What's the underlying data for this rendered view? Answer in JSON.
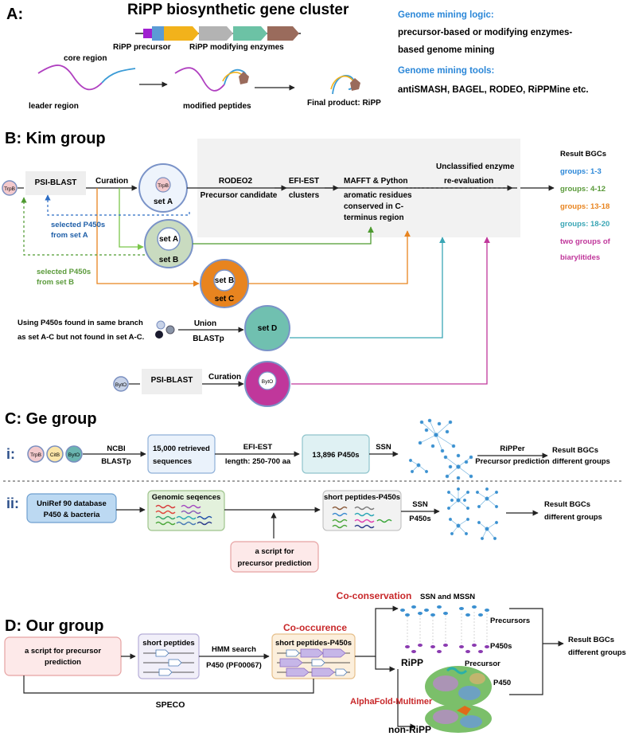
{
  "colors": {
    "blue_text": "#2b87d8",
    "orange_text": "#e8841f",
    "green_text": "#5a9a3a",
    "teal_text": "#3aa6b5",
    "magenta_text": "#c0379b",
    "red_text": "#c8282a",
    "dark_blue_text": "#1f5fa8",
    "green_arrow": "#4d9a2f",
    "orange_arrow": "#e8841f",
    "teal_arrow": "#3aa6b5",
    "magenta_arrow": "#c0379b"
  },
  "sectionA": {
    "label": "A:",
    "title": "RiPP biosynthetic gene cluster",
    "precursor": "RiPP precursor",
    "enzymes": "RiPP modifying enzymes",
    "core": "core region",
    "leader": "leader region",
    "modified": "modified peptides",
    "final": "Final product: RiPP",
    "logic_title": "Genome mining logic:",
    "logic_line1": "precursor-based or modifying enzymes-",
    "logic_line2": "based genome mining",
    "tools_title": "Genome mining tools:",
    "tools_line": "antiSMASH, BAGEL, RODEO, RiPPMine etc."
  },
  "sectionB": {
    "title": "B: Kim group",
    "trpb": "TrpB",
    "psiblast": "PSI-BLAST",
    "curation": "Curation",
    "setA": "set A",
    "setB": "set B",
    "setC": "set C",
    "setD": "set D",
    "bytO": "BytO",
    "rodeo2": "RODEO2",
    "precursor_candidate": "Precursor candidate",
    "efi_est": "EFI-EST",
    "clusters": "clusters",
    "mafft": "MAFFT & Python",
    "aromatic1": "aromatic residues",
    "aromatic2": "conserved in C-",
    "aromatic3": "terminus region",
    "unclassified1": "Unclassified enzyme",
    "unclassified2": "re-evaluation",
    "result_title": "Result BGCs",
    "groups1": "groups: 1-3",
    "groups2": "groups: 4-12",
    "groups3": "groups: 13-18",
    "groups4": "groups: 18-20",
    "groups5a": "two groups of",
    "groups5b": "biarylitides",
    "selA1": "selected P450s",
    "selA2": "from set A",
    "selB1": "selected P450s",
    "selB2": "from set B",
    "using1": "Using P450s found in same branch",
    "using2": "as set A-C but not found in set A-C.",
    "union": "Union",
    "blastp": "BLASTp"
  },
  "sectionC": {
    "title": "C: Ge group",
    "i": "i:",
    "ii": "ii:",
    "trpb": "TrpB",
    "citb": "CitB",
    "byto": "BytO",
    "ncbi": "NCBI",
    "blastp": "BLASTp",
    "retrieved1": "15,000 retrieved",
    "retrieved2": "sequences",
    "efi": "EFI-EST",
    "length": "length: 250-700 aa",
    "p450s": "13,896 P450s",
    "ssn": "SSN",
    "ripper": "RiPPer",
    "precursor_pred": "Precursor prediction",
    "result1": "Result BGCs",
    "result2": "different groups",
    "uniref1": "UniRef 90 database",
    "uniref2": "P450 & bacteria",
    "genomic": "Genomic seqences",
    "script1": "a script for",
    "script2": "precursor prediction",
    "short": "short peptides-P450s",
    "ssn2": "SSN",
    "p450s2": "P450s",
    "result3": "Result BGCs",
    "result4": "different groups"
  },
  "sectionD": {
    "title": "D: Our group",
    "script1": "a script for precursor",
    "script2": "prediction",
    "short_peptides": "short peptides",
    "hmm": "HMM search",
    "pfam": "P450 (PF00067)",
    "cooccur": "Co-occurence",
    "short_p450": "short peptides-P450s",
    "speco": "SPECO",
    "coconserv": "Co-conservation",
    "ssn_mssn": "SSN and MSSN",
    "precursors": "Precursors",
    "p450s": "P450s",
    "ripp": "RiPP",
    "precursor": "Precursor",
    "p450": "P450",
    "alphafold": "AlphaFold-Multimer",
    "nonripp": "non-RiPP",
    "result1": "Result BGCs",
    "result2": "different groups"
  }
}
